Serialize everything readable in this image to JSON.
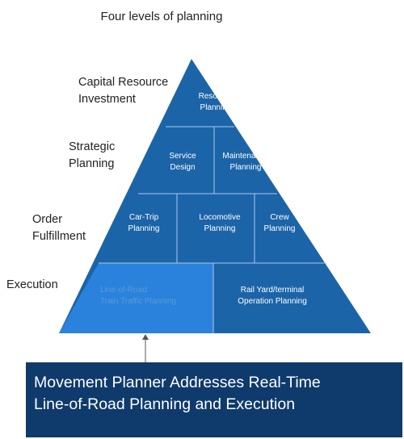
{
  "title": "Four levels of planning",
  "levels": {
    "capital": [
      "Capital Resource",
      "Investment"
    ],
    "strategic": [
      "Strategic",
      "Planning"
    ],
    "order": [
      "Order",
      "Fulfillment"
    ],
    "execution": [
      "Execution"
    ]
  },
  "cells": {
    "resource": [
      "Resource",
      "Planning"
    ],
    "service": [
      "Service",
      "Design"
    ],
    "maintenance": [
      "Maintenance",
      "Planning"
    ],
    "car_trip": [
      "Car-Trip",
      "Planning"
    ],
    "locomotive": [
      "Locomotive",
      "Planning"
    ],
    "crew": [
      "Crew",
      "Planning"
    ],
    "line_of_road": [
      "Line-of-Road",
      "Train Traffic Planning"
    ],
    "rail_yard": [
      "Rail Yard/terminal",
      "Operation Planning"
    ]
  },
  "banner": [
    "Movement Planner Addresses Real-Time",
    "Line-of-Road Planning and Execution"
  ],
  "colors": {
    "pyramid": "#1c64a8",
    "highlight": "#2a82dc",
    "borders": "#a8c8ec",
    "banner": "#0f3a6c"
  }
}
